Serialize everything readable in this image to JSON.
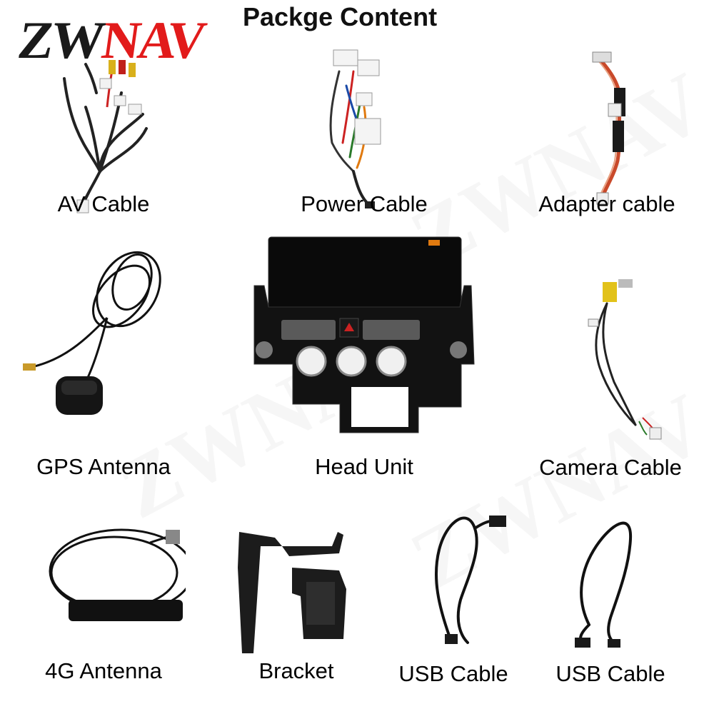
{
  "brand": {
    "logo_zw": "ZW",
    "logo_nav": "NAV",
    "logo_color_dark": "#1a1a1a",
    "logo_color_accent": "#e21b1b"
  },
  "title": "Packge Content",
  "items": [
    {
      "label": "AV Cable",
      "icon": "av-cable-icon"
    },
    {
      "label": "Power Cable",
      "icon": "power-cable-icon"
    },
    {
      "label": "Adapter cable",
      "icon": "adapter-cable-icon"
    },
    {
      "label": "GPS Antenna",
      "icon": "gps-antenna-icon"
    },
    {
      "label": "Head Unit",
      "icon": "head-unit-icon"
    },
    {
      "label": "Camera Cable",
      "icon": "camera-cable-icon"
    },
    {
      "label": "4G Antenna",
      "icon": "4g-antenna-icon"
    },
    {
      "label": "Bracket",
      "icon": "bracket-icon"
    },
    {
      "label": "USB Cable",
      "icon": "usb-cable-icon"
    },
    {
      "label": "USB Cable",
      "icon": "usb-cable-icon"
    }
  ]
}
